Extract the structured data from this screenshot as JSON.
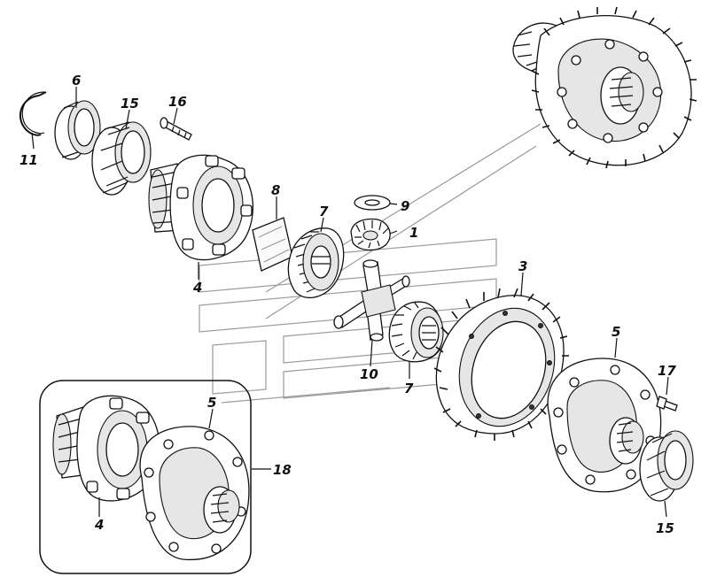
{
  "callouts": {
    "c11": "11",
    "c6": "6",
    "c15a": "15",
    "c16": "16",
    "c8": "8",
    "c7a": "7",
    "c9": "9",
    "c1": "1",
    "c4a": "4",
    "c3": "3",
    "c10": "10",
    "c7b": "7",
    "c5a": "5",
    "c17": "17",
    "c15b": "15",
    "c5b": "5",
    "c18": "18",
    "c4b": "4"
  }
}
